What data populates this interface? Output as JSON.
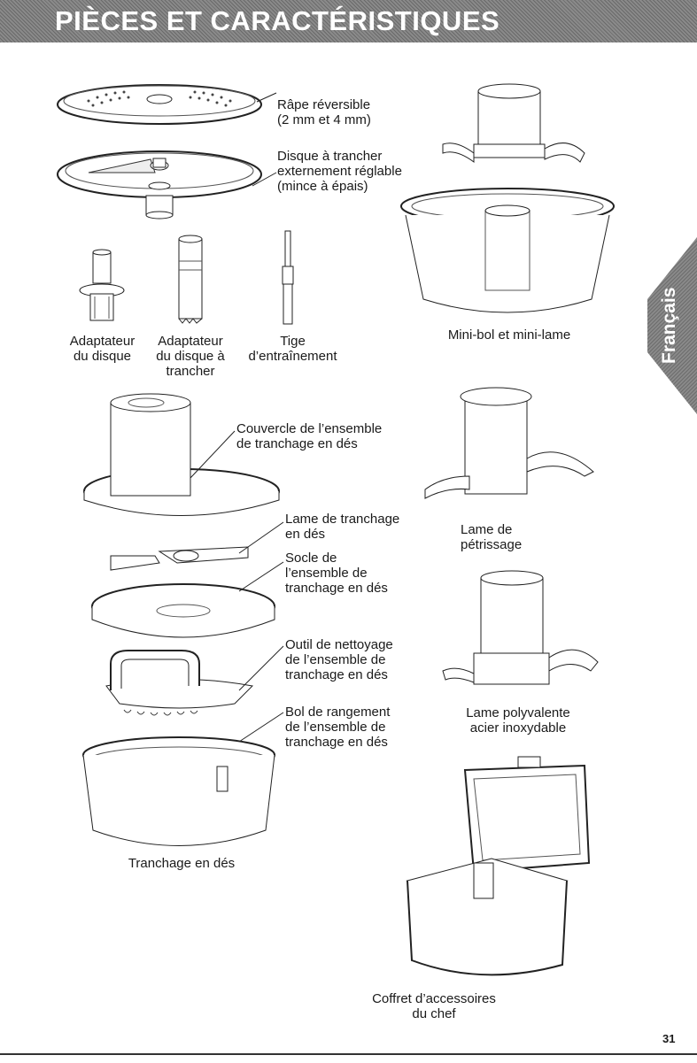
{
  "header": {
    "title": "PIÈCES ET CARACTÉRISTIQUES"
  },
  "side_tab": {
    "label": "Français"
  },
  "labels": {
    "rape": "Râpe réversible\n(2 mm et 4 mm)",
    "disque_trancher": "Disque à trancher\nexternement réglable\n(mince à épais)",
    "adaptateur_disque": "Adaptateur\ndu disque",
    "adaptateur_trancher": "Adaptateur\ndu disque à\ntrancher",
    "tige": "Tige\nd’entraînement",
    "mini_bol": "Mini-bol et mini-lame",
    "couvercle": "Couvercle de l’ensemble\nde tranchage en dés",
    "lame_tranchage": "Lame de tranchage\nen dés",
    "socle": "Socle de\nl’ensemble de\ntranchage en dés",
    "outil_nettoyage": "Outil de nettoyage\nde l’ensemble de\ntranchage en dés",
    "bol_rangement": "Bol de rangement\nde l’ensemble de\ntranchage en dés",
    "tranchage_des": "Tranchage en dés",
    "lame_petrissage": "Lame de\npétrissage",
    "lame_polyvalente": "Lame polyvalente\nacier inoxydable",
    "coffret": "Coffret d’accessoires\ndu chef"
  },
  "page_number": "31"
}
